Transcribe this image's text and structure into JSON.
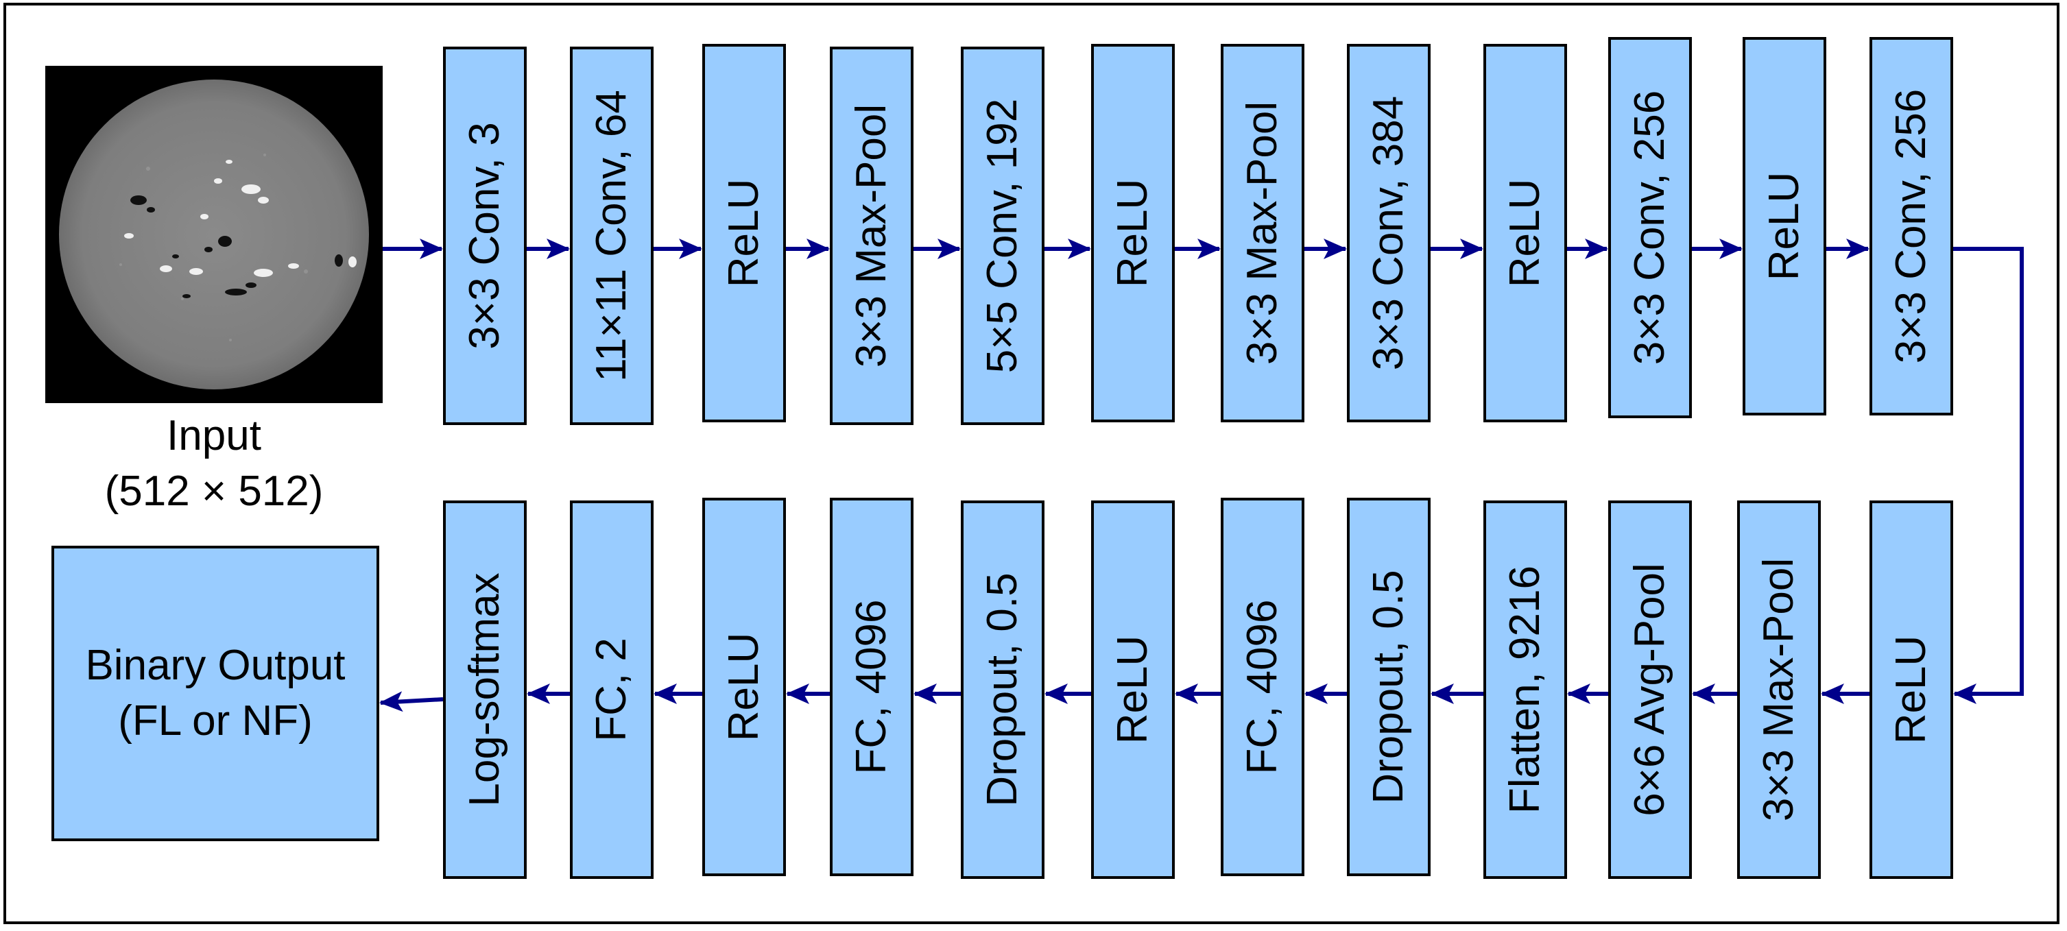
{
  "input": {
    "title": "Input",
    "size": "(512 × 512)"
  },
  "output": {
    "line1": "Binary Output",
    "line2": "(FL or NF)"
  },
  "top_row": [
    {
      "label": "3×3 Conv, 3"
    },
    {
      "label": "11×11 Conv, 64"
    },
    {
      "label": "ReLU"
    },
    {
      "label": "3×3 Max-Pool"
    },
    {
      "label": "5×5 Conv, 192"
    },
    {
      "label": "ReLU"
    },
    {
      "label": "3×3 Max-Pool"
    },
    {
      "label": "3×3 Conv, 384"
    },
    {
      "label": "ReLU"
    },
    {
      "label": "3×3 Conv, 256"
    },
    {
      "label": "ReLU"
    },
    {
      "label": "3×3 Conv, 256"
    }
  ],
  "bottom_row": [
    {
      "label": "Log-softmax"
    },
    {
      "label": "FC, 2"
    },
    {
      "label": "ReLU"
    },
    {
      "label": "FC, 4096"
    },
    {
      "label": "Dropout, 0.5"
    },
    {
      "label": "ReLU"
    },
    {
      "label": "FC, 4096"
    },
    {
      "label": "Dropout, 0.5"
    },
    {
      "label": "Flatten, 9216"
    },
    {
      "label": "6×6 Avg-Pool"
    },
    {
      "label": "3×3 Max-Pool"
    },
    {
      "label": "ReLU"
    }
  ],
  "colors": {
    "box_fill": "#99ccff",
    "arrow": "#00008b",
    "border": "#000000"
  }
}
